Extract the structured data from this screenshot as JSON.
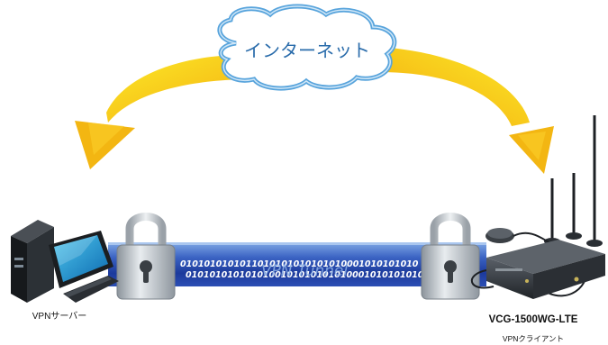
{
  "cloud": {
    "label": "インターネット"
  },
  "tunnel": {
    "label": "VPN Tunnel",
    "binary_line_1": "0101010101011010101010101010001010101010",
    "binary_line_2": "010101010101010010101010101000101010101010"
  },
  "server": {
    "label": "VPNサーバー"
  },
  "client": {
    "model": "VCG-1500WG-LTE",
    "label": "VPNクライアント"
  },
  "colors": {
    "arrow_gold": "#f3b612",
    "arrow_yellow": "#fcea28",
    "tunnel_blue": "#2040a8",
    "tunnel_light": "#7fa8e6",
    "cloud_edge": "#58a4dc",
    "lock_grey": "#a9b0b7"
  },
  "icons": {
    "cloud": "cloud-icon",
    "lock": "padlock-icon",
    "server": "desktop-computer-icon",
    "router": "lte-router-icon"
  }
}
